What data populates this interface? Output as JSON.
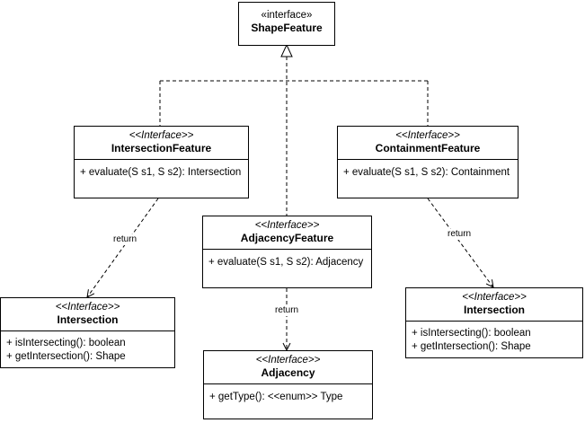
{
  "nodes": {
    "shape_feature": {
      "stereotype": "«interface»",
      "name": "ShapeFeature"
    },
    "intersection_feature": {
      "stereotype": "<<Interface>>",
      "name": "IntersectionFeature",
      "members": [
        "+ evaluate(S s1, S s2): Intersection"
      ]
    },
    "containment_feature": {
      "stereotype": "<<Interface>>",
      "name": "ContainmentFeature",
      "members": [
        "+ evaluate(S s1, S s2): Containment"
      ]
    },
    "adjacency_feature": {
      "stereotype": "<<Interface>>",
      "name": "AdjacencyFeature",
      "members": [
        "+ evaluate(S s1, S s2): Adjacency"
      ]
    },
    "intersection_left": {
      "stereotype": "<<Interface>>",
      "name": "Intersection",
      "members": [
        "+ isIntersecting(): boolean",
        "+ getIntersection(): Shape"
      ]
    },
    "intersection_right": {
      "stereotype": "<<Interface>>",
      "name": "Intersection",
      "members": [
        "+ isIntersecting(): boolean",
        "+ getIntersection(): Shape"
      ]
    },
    "adjacency": {
      "stereotype": "<<Interface>>",
      "name": "Adjacency",
      "members": [
        "+ getType(): <<enum>> Type"
      ]
    }
  },
  "edges": {
    "return_left": "return",
    "return_middle": "return",
    "return_right": "return"
  }
}
